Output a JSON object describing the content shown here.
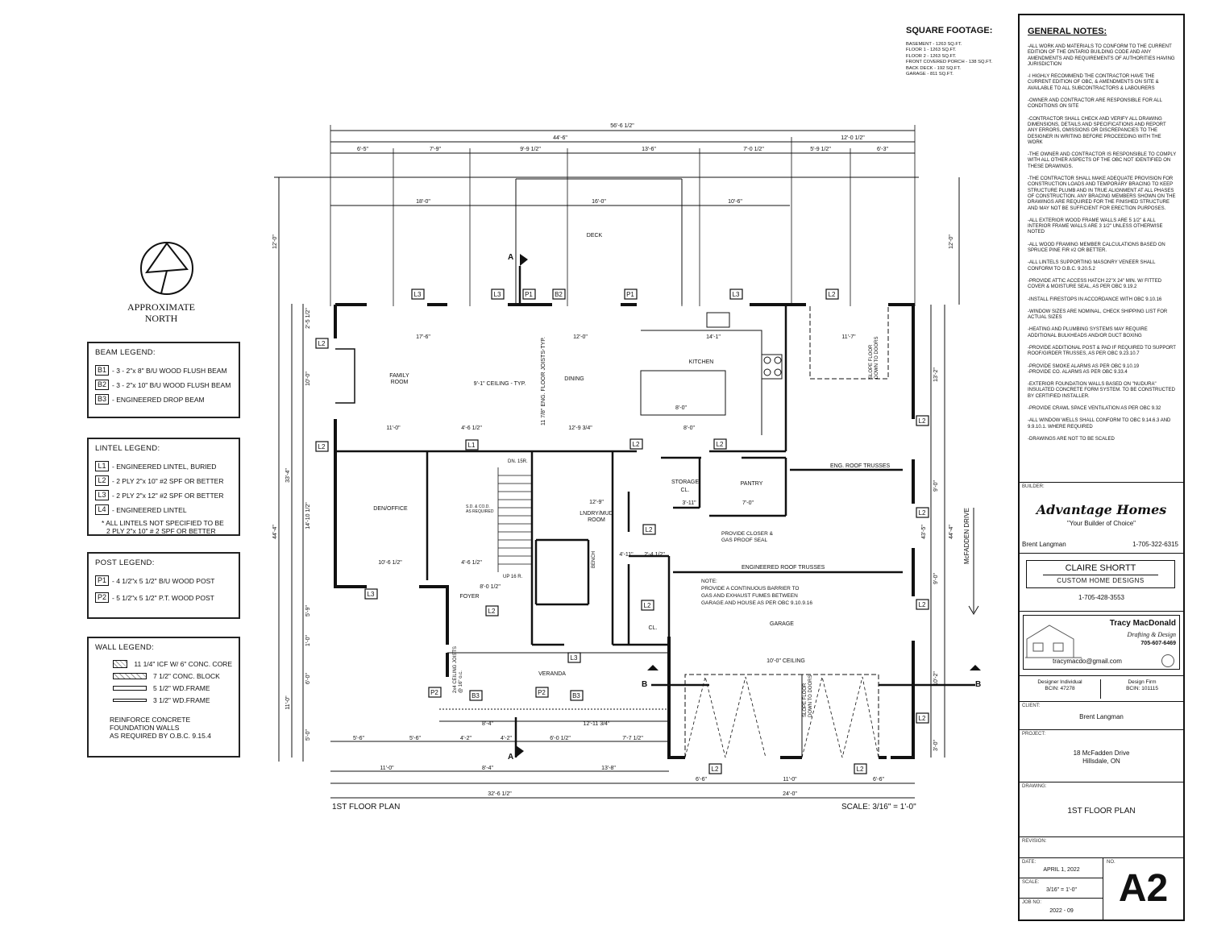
{
  "north": {
    "label_1": "APPROXIMATE",
    "label_2": "NORTH"
  },
  "beam_legend": {
    "title": "BEAM LEGEND:",
    "items": [
      {
        "tag": "B1",
        "text": "- 3 - 2\"x 8\" B/U WOOD FLUSH BEAM"
      },
      {
        "tag": "B2",
        "text": "- 3 - 2\"x 10\" B/U WOOD FLUSH BEAM"
      },
      {
        "tag": "B3",
        "text": "- ENGINEERED DROP BEAM"
      }
    ]
  },
  "lintel_legend": {
    "title": "LINTEL LEGEND:",
    "items": [
      {
        "tag": "L1",
        "text": "- ENGINEERED LINTEL, BURIED"
      },
      {
        "tag": "L2",
        "text": "- 2 PLY 2\"x 10\" #2 SPF OR BETTER"
      },
      {
        "tag": "L3",
        "text": "- 2 PLY 2\"x 12\" #2 SPF OR BETTER"
      },
      {
        "tag": "L4",
        "text": "- ENGINEERED LINTEL"
      }
    ],
    "note_1": "* ALL LINTELS NOT SPECIFIED TO BE",
    "note_2": "2 PLY 2\"x 10\" # 2 SPF OR BETTER"
  },
  "post_legend": {
    "title": "POST LEGEND:",
    "items": [
      {
        "tag": "P1",
        "text": "- 4 1/2\"x 5 1/2\" B/U WOOD POST"
      },
      {
        "tag": "P2",
        "text": "- 5 1/2\"x 5 1/2\" P.T. WOOD POST"
      }
    ]
  },
  "wall_legend": {
    "title": "WALL LEGEND:",
    "items": [
      {
        "text": "11 1/4\" ICF W/ 6\" CONC. CORE"
      },
      {
        "text": "7 1/2\" CONC. BLOCK"
      },
      {
        "text": "5 1/2\" WD.FRAME"
      },
      {
        "text": "3 1/2\" WD.FRAME"
      }
    ],
    "note_1": "REINFORCE CONCRETE FOUNDATION WALLS",
    "note_2": "AS REQUIRED BY O.B.C. 9.15.4"
  },
  "square_footage": {
    "title": "SQUARE FOOTAGE:",
    "lines": [
      "BASEMENT - 1263 SQ.FT.",
      "FLOOR 1 - 1263 SQ.FT.",
      "FLOOR 2 - 1263 SQ.FT.",
      "FRONT COVERED PORCH - 138 SQ.FT.",
      "BACK DECK - 192 SQ.FT.",
      "GARAGE - 811 SQ.FT."
    ]
  },
  "plan": {
    "dims_top": [
      "56'-6 1/2\"",
      "44'-6\"",
      "12'-0 1/2\"",
      "6'-5\"",
      "7'-9\"",
      "9'-9 1/2\"",
      "13'-6\"",
      "7'-0 1/2\"",
      "5'-9 1/2\"",
      "6'-3\"",
      "18'-0\"",
      "16'-0\"",
      "10'-6\""
    ],
    "dims_bottom": [
      "5'-6\"",
      "5'-6\"",
      "4'-2\"",
      "4'-2\"",
      "6'-0 1/2\"",
      "7'-7 1/2\"",
      "8'-4\"",
      "12'-11 3/4\"",
      "11'-0\"",
      "8'-4\"",
      "13'-8\"",
      "6'-6\"",
      "11'-0\"",
      "6'-6\"",
      "32'-6 1/2\"",
      "24'-0\""
    ],
    "dims_left": [
      "12'-0\"",
      "33'-4\"",
      "44'-4\"",
      "10'-0\"",
      "14'-10 1/2\"",
      "5'-9\"",
      "6'-0\"",
      "5'-0\"",
      "11'-0\"",
      "2'-5 1/2\"",
      "1'-0\""
    ],
    "dims_right": [
      "12'-0\"",
      "13'-2\"",
      "9'-0\"",
      "43'-5\"",
      "44'-4\"",
      "9'-0\"",
      "10'-2\"",
      "3'-0\""
    ],
    "rooms": {
      "deck": "DECK",
      "family": "FAMILY\nROOM",
      "ceiling": "9'-1\" CEILING - TYP.",
      "dining": "DINING",
      "kitchen": "KITCHEN",
      "den": "DEN/OFFICE",
      "laundry": "LNDRY/MUD\nROOM",
      "storage": "STORAGE\nCL.",
      "pantry": "PANTRY",
      "foyer": "FOYER",
      "veranda": "VERANDA",
      "garage": "GARAGE",
      "garage_ceiling": "10'-0\" CEILING",
      "bench": "BENCH",
      "cl": "CL."
    },
    "notes": {
      "eng_floor_joists": "11 7/8\" ENG. FLOOR JOISTS-TYP.",
      "eng_roof_trusses": "ENG. ROOF TRUSSES",
      "engineered_roof_trusses": "ENGINEERED ROOF TRUSSES",
      "closer": "PROVIDE CLOSER &\nGAS PROOF SEAL",
      "garage_note": "NOTE:\nPROVIDE A CONTINUOUS BARRIER TO\nGAS AND EXHAUST FUMES BETWEEN\nGARAGE AND HOUSE AS PER OBC 9.10.9.16",
      "slope_floor": "SLOPE FLOOR\nDOWN TO DOORS",
      "street": "McFADDEN DRIVE",
      "smoke": "S.D. & CO.D.\nAS REQUIRED",
      "stairs": "DN. 15R.",
      "up": "UP 16 R.",
      "ceiling_joists": "2x4 CEILING JOISTS\n@ 16\" o.c."
    },
    "plan_title": "1ST FLOOR PLAN",
    "scale": "SCALE: 3/16\" = 1'-0\""
  },
  "general_notes": {
    "title": "GENERAL NOTES:",
    "items": [
      "-ALL WORK AND MATERIALS TO CONFORM TO THE CURRENT EDITION OF THE ONTARIO BUILDING CODE AND ANY AMENDMENTS AND REQUIREMENTS OF AUTHORITIES HAVING JURISDICTION",
      "-I HIGHLY RECOMMEND THE CONTRACTOR HAVE THE CURRENT EDITION OF OBC, & AMENDMENTS ON SITE & AVAILABLE TO ALL SUBCONTRACTORS & LABOURERS",
      "-OWNER AND CONTRACTOR ARE RESPONSIBLE FOR ALL CONDITIONS ON SITE",
      "-CONTRACTOR SHALL CHECK AND VERIFY ALL DRAWING DIMENSIONS, DETAILS AND SPECIFICATIONS AND REPORT ANY ERRORS, OMISSIONS OR DISCREPANCIES TO THE DESIGNER IN WRITING BEFORE PROCEEDING WITH THE WORK",
      "-THE OWNER AND CONTRACTOR IS RESPONSIBLE TO COMPLY WITH ALL OTHER ASPECTS OF THE OBC NOT IDENTIFIED ON THESE DRAWINGS.",
      "-THE CONTRACTOR SHALL MAKE ADEQUATE PROVISION FOR CONSTRUCTION LOADS AND TEMPORARY BRACING TO KEEP STRUCTURE PLUMB AND IN TRUE ALIGNMENT AT ALL PHASES OF CONSTRUCTION. ANY BRACING MEMBERS SHOWN ON THE DRAWINGS ARE REQUIRED FOR THE FINISHED STRUCTURE AND MAY NOT BE SUFFICIENT FOR ERECTION PURPOSES.",
      "-ALL EXTERIOR WOOD FRAME WALLS ARE 5 1/2\" & ALL INTERIOR FRAME WALLS ARE 3 1/2\" UNLESS OTHERWISE NOTED",
      "-ALL WOOD FRAMING MEMBER CALCULATIONS BASED ON SPRUCE PINE FIR #2 OR BETTER.",
      "-ALL LINTELS SUPPORTING MASONRY VENEER SHALL CONFORM TO O.B.C. 9.20.5.2",
      "-PROVIDE ATTIC ACCESS HATCH 22\"x 24\" MIN. W/ FITTED COVER & MOISTURE SEAL, AS PER OBC 9.19.2",
      "-INSTALL FIRESTOPS IN ACCORDANCE WITH OBC 9.10.16",
      "-WINDOW SIZES ARE NOMINAL, CHECK SHIPPING LIST FOR ACTUAL SIZES",
      "-HEATING AND PLUMBING SYSTEMS MAY REQUIRE ADDITIONAL BULKHEADS AND/OR DUCT BOXING",
      "-PROVIDE ADDITIONAL POST & PAD IF REQUIRED TO SUPPORT ROOF/GIRDER TRUSSES, AS PER OBC 9.23.10.7",
      "-PROVIDE SMOKE ALARMS AS PER OBC 9.10.19\n-PROVIDE CO. ALARMS AS PER OBC 9.33.4",
      "-EXTERIOR FOUNDATION WALLS BASED ON \"NUDURA\" INSULATED CONCRETE FORM SYSTEM. TO BE CONSTRUCTED BY CERTIFIED INSTALLER.",
      "-PROVIDE CRAWL SPACE VENTILATION AS PER OBC 9.32",
      "-ALL WINDOW WELLS SHALL CONFORM TO OBC 9.14.6.3 AND 9.9.10.1. WHERE REQUIRED",
      "-DRAWINGS ARE NOT TO BE SCALED"
    ]
  },
  "title_block": {
    "builder_label": "BUILDER:",
    "builder_name": "Advantage Homes",
    "builder_tagline": "\"Your Builder of Choice\"",
    "builder_contact": "Brent Langman",
    "builder_phone": "1-705-322-6315",
    "designer_name": "CLAIRE SHORTT",
    "designer_sub": "CUSTOM HOME DESIGNS",
    "designer_phone": "1-705-428-3553",
    "drafter_name": "Tracy MacDonald",
    "drafter_sub": "Drafting & Design",
    "drafter_phone": "705-607-6469",
    "drafter_email": "tracymacdo@gmail.com",
    "designer_individual": "Designer Individual",
    "bcin_individual": "BCIN: 47278",
    "design_firm": "Design Firm",
    "bcin_firm": "BCIN: 101115",
    "client_label": "CLIENT:",
    "client": "Brent Langman",
    "project_label": "PROJECT:",
    "project_1": "18 McFadden Drive",
    "project_2": "Hillsdale,  ON",
    "drawing_label": "DRAWING:",
    "drawing": "1ST FLOOR PLAN",
    "revision_label": "REVISION:",
    "date_label": "DATE:",
    "date": "APRIL 1, 2022",
    "scale_label": "SCALE:",
    "scale": "3/16\" = 1'-0\"",
    "job_label": "JOB NO:",
    "job": "2022 - 09",
    "no_label": "NO.",
    "sheet": "A2"
  },
  "colors": {
    "line": "#111111",
    "paper": "#ffffff"
  }
}
